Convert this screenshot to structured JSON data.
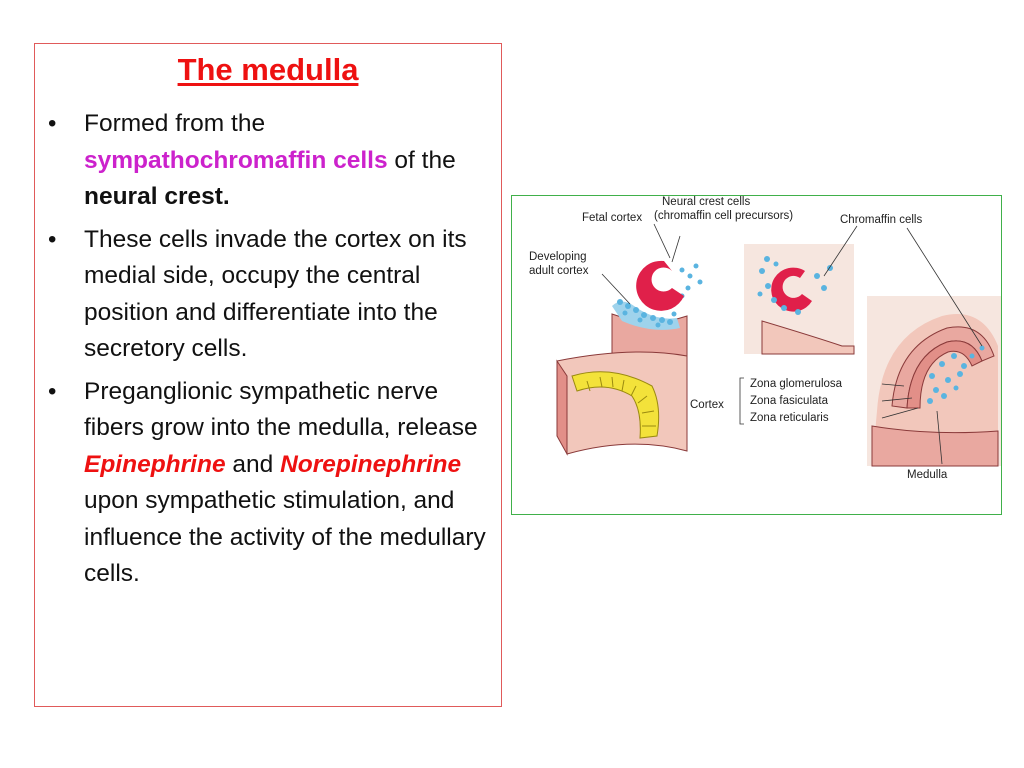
{
  "slide": {
    "title": "The medulla",
    "bullets": [
      {
        "b1_t1": "Formed from the ",
        "b1_t2": "sympathochromaffin cells",
        "b1_t3": " of the ",
        "b1_t4": "neural crest."
      },
      {
        "text": "These cells invade the cortex on its medial side, occupy the central position and differentiate into the secretory cells."
      },
      {
        "b3_t1": "Preganglionic sympathetic nerve fibers grow into the medulla, release ",
        "b3_t2": "Epinephrine",
        "b3_t3": " and ",
        "b3_t4": "Norepinephrine",
        "b3_t5": " upon sympathetic stimulation,  and influence the activity of the medullary cells."
      }
    ]
  },
  "figure": {
    "labels": {
      "fetal_cortex": "Fetal cortex",
      "neural_crest_1": "Neural crest cells",
      "neural_crest_2": "(chromaffin cell precursors)",
      "chromaffin": "Chromaffin cells",
      "developing_1": "Developing",
      "developing_2": "adult cortex",
      "cortex": "Cortex",
      "zona_glomerulosa": "Zona glomerulosa",
      "zona_fasiculata": "Zona fasiculata",
      "zona_reticularis": "Zona reticularis",
      "medulla": "Medulla"
    },
    "colors": {
      "crimson": "#e0204a",
      "cell_blue": "#5ab4e0",
      "pink_tissue": "#f2c7bb",
      "yellow": "#f3e23a",
      "border_green": "#40b04a"
    }
  }
}
